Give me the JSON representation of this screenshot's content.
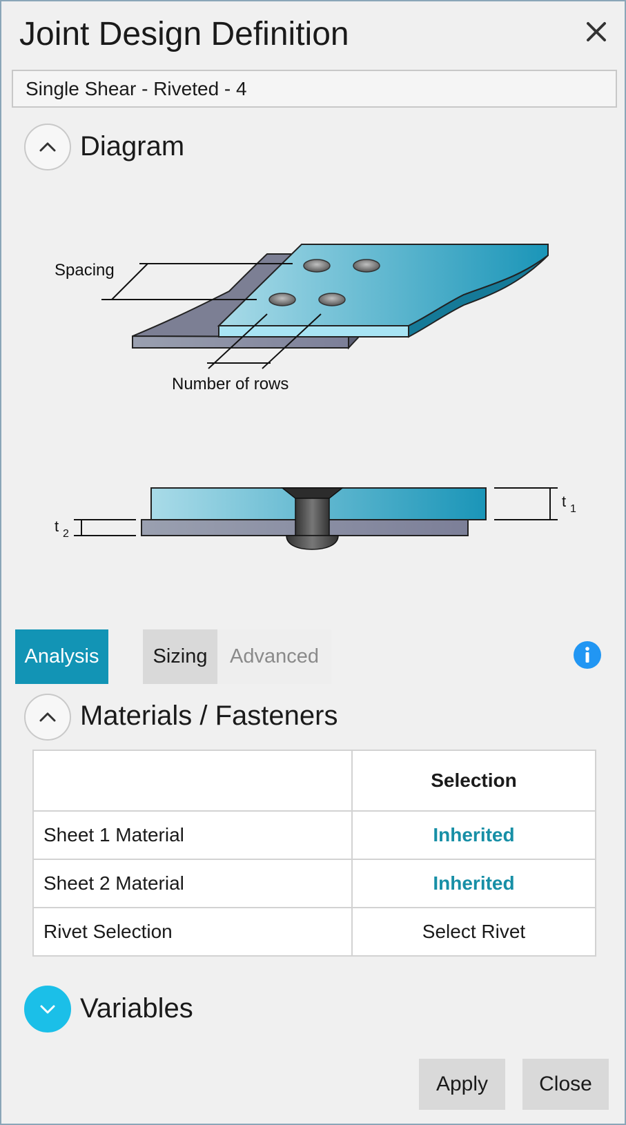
{
  "window": {
    "title": "Joint Design Definition"
  },
  "name_field": {
    "value": "Single Shear - Riveted - 4"
  },
  "sections": {
    "diagram": {
      "title": "Diagram"
    },
    "materials": {
      "title": "Materials / Fasteners"
    },
    "variables": {
      "title": "Variables"
    }
  },
  "diagram_labels": {
    "spacing": "Spacing",
    "rows": "Number of rows",
    "t1": "t",
    "t1_sub": "1",
    "t2": "t",
    "t2_sub": "2"
  },
  "tabs": [
    {
      "label": "Analysis",
      "active": true
    },
    {
      "label": "Sizing",
      "active": false
    },
    {
      "label": "Advanced",
      "active": false
    }
  ],
  "table": {
    "header": "Selection",
    "rows": [
      {
        "label": "Sheet 1 Material",
        "value": "Inherited"
      },
      {
        "label": "Sheet 2 Material",
        "value": "Inherited"
      },
      {
        "label": "Rivet Selection",
        "value": "Select Rivet"
      }
    ]
  },
  "buttons": {
    "apply": "Apply",
    "close": "Close"
  },
  "colors": {
    "accent": "#1294b5",
    "link": "#178fa6",
    "toggle_filled": "#1bbfe8",
    "info": "#2196f3"
  },
  "icons": {
    "close": "close-icon",
    "chevron_up": "chevron-up-icon",
    "chevron_down": "chevron-down-icon",
    "info": "info-icon"
  }
}
